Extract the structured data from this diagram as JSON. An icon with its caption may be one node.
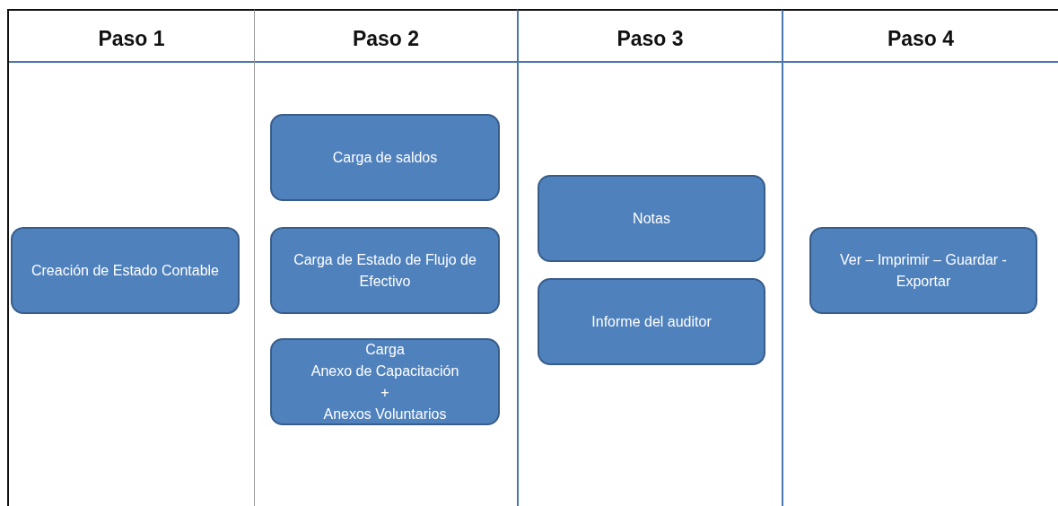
{
  "diagram": {
    "nodes": [
      {
        "text": [
          "Paso 1"
        ]
      },
      {
        "text": [
          "Creación de Estado Contable"
        ],
        "in": 0
      },
      {
        "text": [
          "Paso 2"
        ]
      },
      {
        "text": [
          "Carga de saldos"
        ],
        "in": 2
      },
      {
        "text": [
          "Carga de Estado de Flujo de Efectivo"
        ],
        "in": 2
      },
      {
        "text": [
          "Carga",
          "Anexo de Capacitación",
          "+",
          "Anexos Voluntarios"
        ],
        "in": 2
      },
      {
        "text": [
          "Paso 3"
        ]
      },
      {
        "text": [
          "Notas"
        ],
        "in": 6
      },
      {
        "text": [
          "Informe del auditor"
        ],
        "in": 6
      },
      {
        "text": [
          "Paso 4"
        ]
      },
      {
        "text": [
          "Ver – Imprimir – Guardar - Exportar"
        ],
        "in": 9
      }
    ]
  }
}
